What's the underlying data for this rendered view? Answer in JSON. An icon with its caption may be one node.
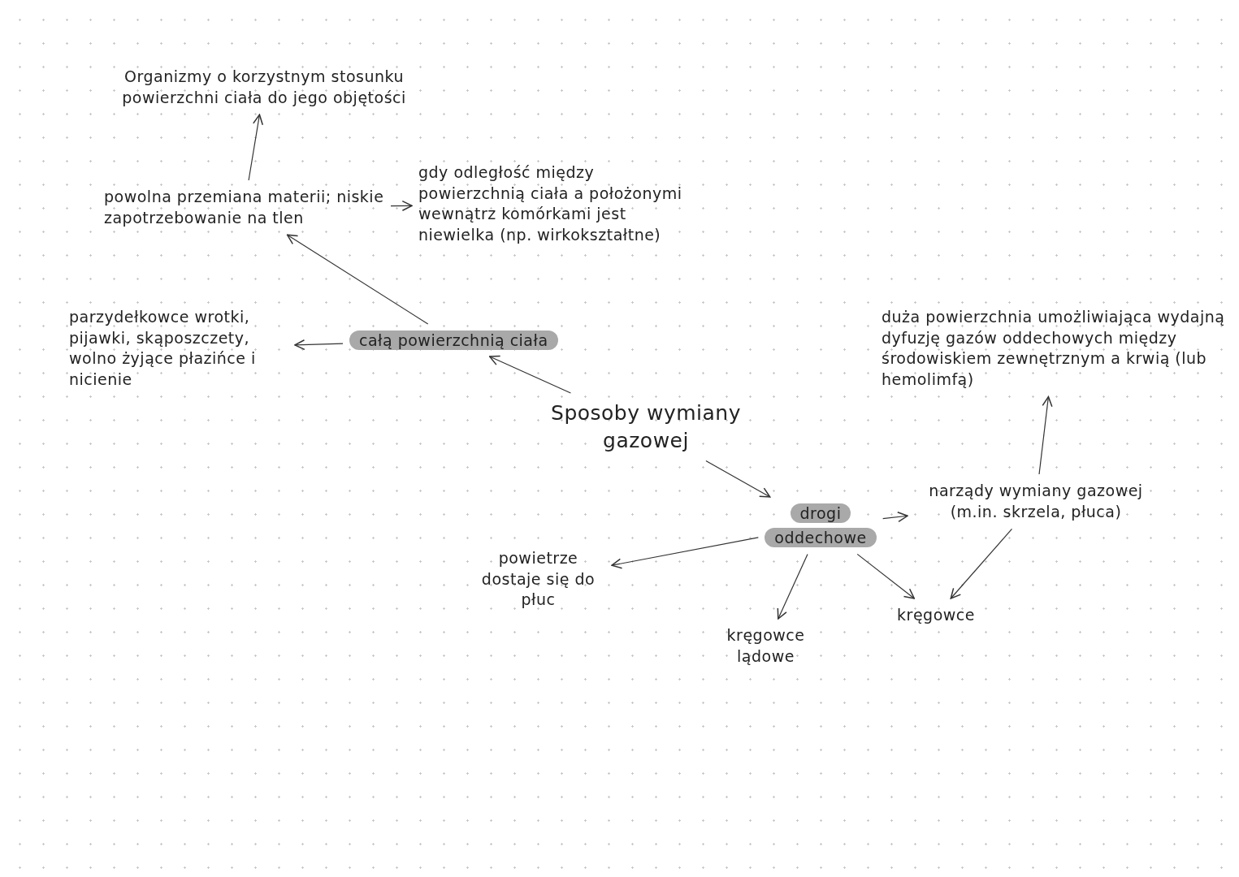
{
  "diagram": {
    "nodes": [
      {
        "text": [
          "Organizmy o korzystnym stosunku powierzchni ciała do jego objętości"
        ]
      },
      {
        "text": [
          "powolna przemiana materii; niskie zapotrzebowanie na tlen"
        ]
      },
      {
        "text": [
          "gdy odległość między powierzchnią ciała a położonymi wewnątrz komórkami jest niewielka (np. wirkokształtne)"
        ]
      },
      {
        "text": [
          "parzydełkowce wrotki, pijawki, skąposzczety, wolno żyjące płazińce i nicienie"
        ]
      },
      {
        "text": [
          "całą powierzchnią ciała"
        ]
      },
      {
        "text": [
          "Sposoby wymiany gazowej"
        ]
      },
      {
        "text": [
          "drogi oddechowe"
        ]
      },
      {
        "text": [
          "narządy wymiany gazowej (m.in. skrzela, płuca)"
        ]
      },
      {
        "text": [
          "duża powierzchnia umożliwiająca wydajną dyfuzję gazów oddechowych między środowiskiem zewnętrznym a krwią (lub hemolimfą)"
        ]
      },
      {
        "text": [
          "powietrze dostaje się do płuc"
        ]
      },
      {
        "text": [
          "kręgowce lądowe"
        ]
      },
      {
        "text": [
          "kręgowce"
        ]
      }
    ],
    "edges": [
      {
        "from": 5,
        "to": 4,
        "arrow": "to"
      },
      {
        "from": 5,
        "to": 6,
        "arrow": "to"
      },
      {
        "from": 4,
        "to": 1,
        "arrow": "to"
      },
      {
        "from": 4,
        "to": 3,
        "arrow": "to"
      },
      {
        "from": 1,
        "to": 0,
        "arrow": "to"
      },
      {
        "from": 1,
        "to": 2,
        "arrow": "to"
      },
      {
        "from": 6,
        "to": 7,
        "arrow": "to"
      },
      {
        "from": 7,
        "to": 8,
        "arrow": "to"
      },
      {
        "from": 7,
        "to": 11,
        "arrow": "to"
      },
      {
        "from": 6,
        "to": 9,
        "arrow": "to"
      },
      {
        "from": 6,
        "to": 10,
        "arrow": "to"
      },
      {
        "from": 6,
        "to": 11,
        "arrow": "to"
      }
    ]
  }
}
